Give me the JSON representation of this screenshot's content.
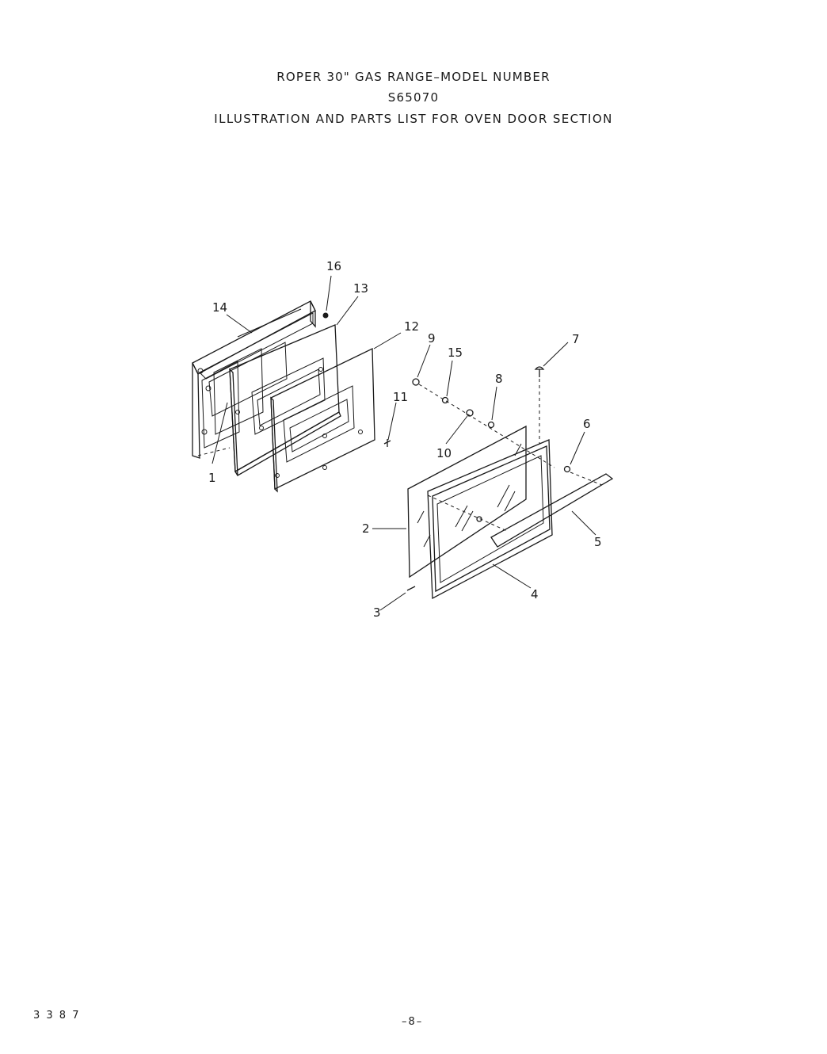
{
  "header": {
    "line1": "ROPER 30\" GAS RANGE–MODEL NUMBER",
    "line2": "S65070",
    "line3": "ILLUSTRATION AND PARTS LIST FOR OVEN DOOR SECTION"
  },
  "callouts": {
    "c1": "1",
    "c2": "2",
    "c3": "3",
    "c4": "4",
    "c5": "5",
    "c6": "6",
    "c7": "7",
    "c8": "8",
    "c9": "9",
    "c10": "10",
    "c11": "11",
    "c12": "12",
    "c13": "13",
    "c14": "14",
    "c15": "15",
    "c16": "16"
  },
  "footer": {
    "code": "3 3 8 7",
    "page": "–8–"
  }
}
